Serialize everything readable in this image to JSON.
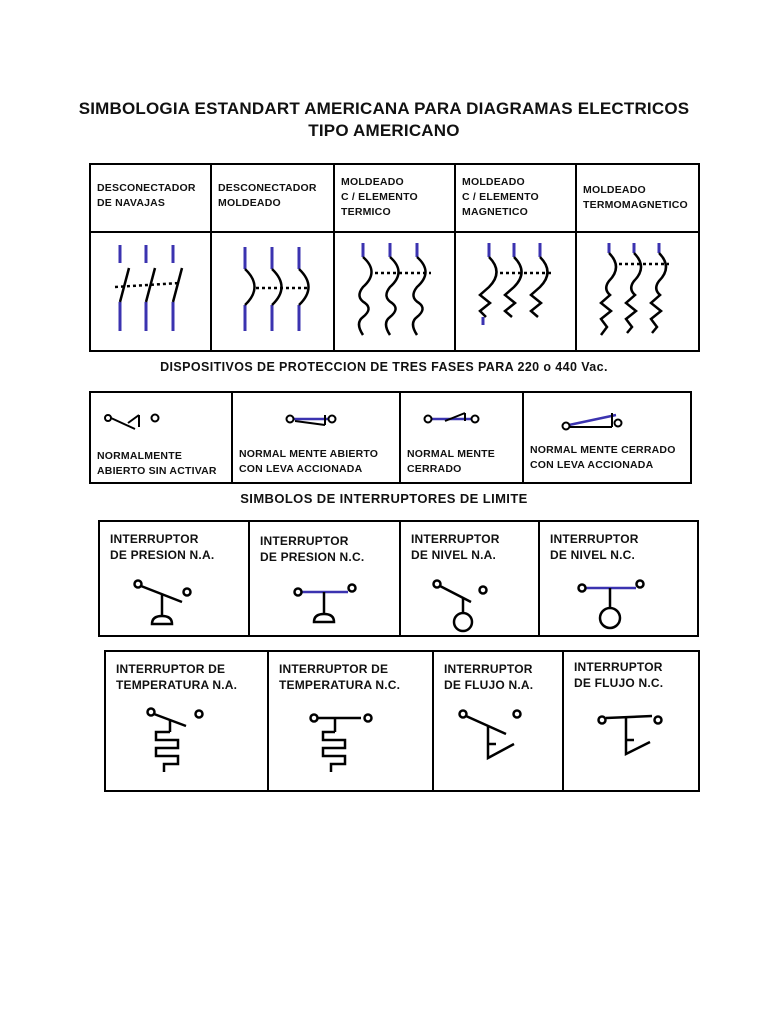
{
  "title_line1": "SIMBOLOGIA ESTANDART AMERICANA PARA DIAGRAMAS ELECTRICOS",
  "title_line2": "TIPO AMERICANO",
  "section1": {
    "caption": "DISPOSITIVOS DE PROTECCION DE TRES FASES PARA 220 o 440 Vac.",
    "cells": [
      {
        "label": "DESCONECTADOR\nDE NAVAJAS",
        "icon": "knife-disconnect-icon"
      },
      {
        "label": "DESCONECTADOR\nMOLDEADO",
        "icon": "molded-disconnect-icon"
      },
      {
        "label": "MOLDEADO\nC / ELEMENTO\nTERMICO",
        "icon": "thermal-breaker-icon"
      },
      {
        "label": "MOLDEADO\nC / ELEMENTO\nMAGNETICO",
        "icon": "magnetic-breaker-icon"
      },
      {
        "label": "MOLDEADO\nTERMOMAGNETICO",
        "icon": "thermomagnetic-breaker-icon"
      }
    ]
  },
  "section2": {
    "caption": "SIMBOLOS DE INTERRUPTORES DE LIMITE",
    "cells": [
      {
        "label": "NORMALMENTE\nABIERTO SIN ACTIVAR",
        "icon": "limit-no-icon"
      },
      {
        "label": "NORMAL MENTE ABIERTO\nCON LEVA ACCIONADA",
        "icon": "limit-no-held-closed-icon"
      },
      {
        "label": "NORMAL MENTE\n CERRADO",
        "icon": "limit-nc-icon"
      },
      {
        "label": "NORMAL MENTE CERRADO\nCON LEVA ACCIONADA",
        "icon": "limit-nc-held-open-icon"
      }
    ]
  },
  "section3": {
    "cells": [
      {
        "label": "INTERRUPTOR\nDE PRESION N.A.",
        "icon": "pressure-switch-no-icon"
      },
      {
        "label": "INTERRUPTOR\nDE PRESION N.C.",
        "icon": "pressure-switch-nc-icon"
      },
      {
        "label": "INTERRUPTOR\nDE NIVEL  N.A.",
        "icon": "level-switch-no-icon"
      },
      {
        "label": "INTERRUPTOR\nDE NIVEL  N.C.",
        "icon": "level-switch-nc-icon"
      }
    ]
  },
  "section4": {
    "cells": [
      {
        "label": "INTERRUPTOR DE\nTEMPERATURA N.A.",
        "icon": "temperature-switch-no-icon"
      },
      {
        "label": "INTERRUPTOR  DE\nTEMPERATURA N.C.",
        "icon": "temperature-switch-nc-icon"
      },
      {
        "label": "INTERRUPTOR\nDE FLUJO N.A.",
        "icon": "flow-switch-no-icon"
      },
      {
        "label": "INTERRUPTOR\nDE FLUJO N.C.",
        "icon": "flow-switch-nc-icon"
      }
    ]
  },
  "colors": {
    "line": "#000000",
    "accent": "#3b33b0"
  }
}
